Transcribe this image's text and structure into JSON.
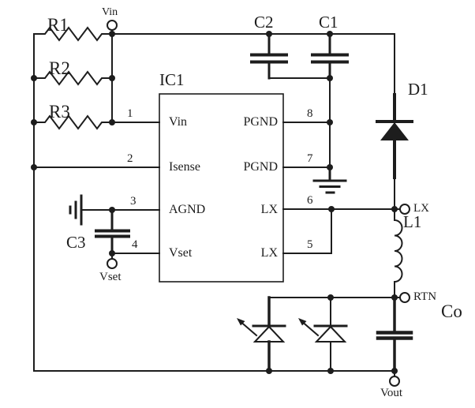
{
  "colors": {
    "ink": "#1d1d1d",
    "background": "#ffffff"
  },
  "components": {
    "r1": "R1",
    "r2": "R2",
    "r3": "R3",
    "c1": "C1",
    "c2": "C2",
    "c3": "C3",
    "co": "Co",
    "d1": "D1",
    "l1": "L1",
    "ic": "IC1"
  },
  "terminals": {
    "vin": "Vin",
    "vset": "Vset",
    "lx": "LX",
    "rtn": "RTN",
    "vout": "Vout"
  },
  "ic_pins": {
    "left": [
      {
        "num": "1",
        "name": "Vin"
      },
      {
        "num": "2",
        "name": "Isense"
      },
      {
        "num": "3",
        "name": "AGND"
      },
      {
        "num": "4",
        "name": "Vset"
      }
    ],
    "right": [
      {
        "num": "8",
        "name": "PGND"
      },
      {
        "num": "7",
        "name": "PGND"
      },
      {
        "num": "6",
        "name": "LX"
      },
      {
        "num": "5",
        "name": "LX"
      }
    ]
  }
}
